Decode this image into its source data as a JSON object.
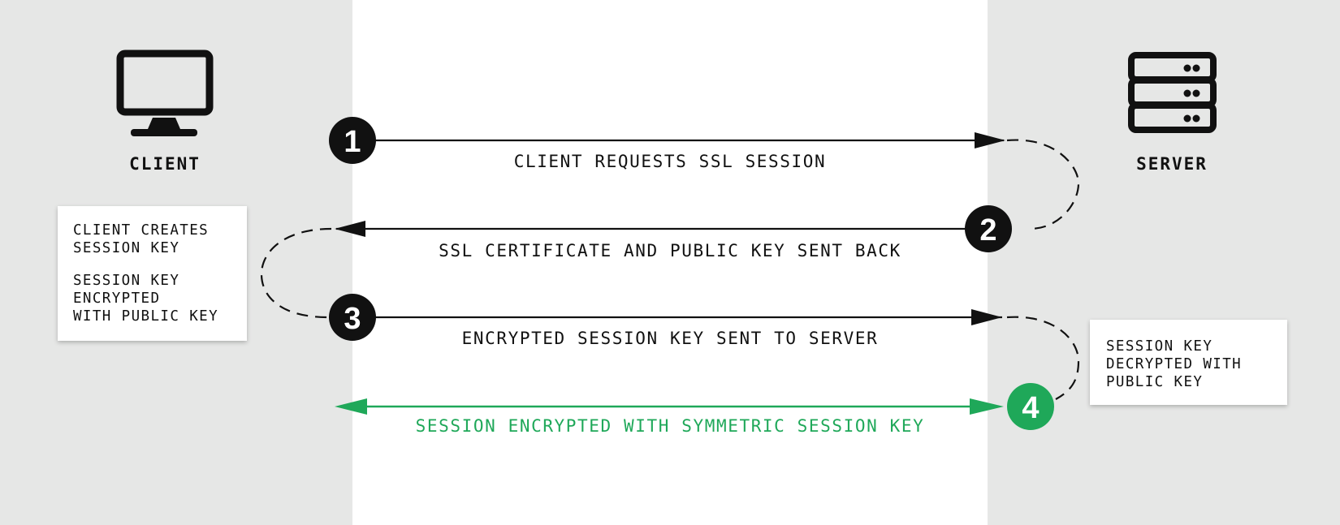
{
  "client": {
    "label": "CLIENT",
    "icon": "monitor-icon"
  },
  "server": {
    "label": "SERVER",
    "icon": "server-rack-icon"
  },
  "steps": [
    {
      "number": "1",
      "message": "CLIENT REQUESTS SSL SESSION",
      "direction": "client-to-server"
    },
    {
      "number": "2",
      "message": "SSL CERTIFICATE AND PUBLIC KEY SENT BACK",
      "direction": "server-to-client"
    },
    {
      "number": "3",
      "message": "ENCRYPTED SESSION KEY SENT TO SERVER",
      "direction": "client-to-server"
    },
    {
      "number": "4",
      "message": "SESSION ENCRYPTED WITH SYMMETRIC SESSION KEY",
      "direction": "bidirectional"
    }
  ],
  "client_note": {
    "line1": "CLIENT CREATES\nSESSION KEY",
    "line2": "SESSION KEY\nENCRYPTED\nWITH PUBLIC KEY"
  },
  "server_note": {
    "text": "SESSION KEY\nDECRYPTED WITH\nPUBLIC KEY"
  },
  "colors": {
    "band": "#e6e7e6",
    "ink": "#111111",
    "accent_green": "#1fa859"
  }
}
